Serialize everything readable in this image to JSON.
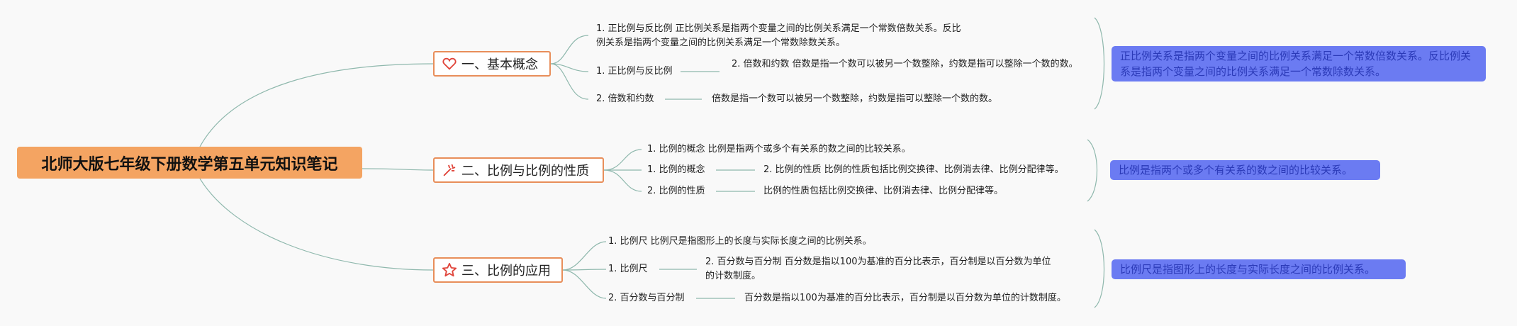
{
  "root": {
    "title": "北师大版七年级下册数学第五单元知识笔记"
  },
  "branches": [
    {
      "title": "一、基本概念",
      "icon": "heart-icon",
      "items": [
        "1. 正比例与反比例 正比例关系是指两个变量之间的比例关系满足一个常数倍数关系。反比例关系是指两个变量之间的比例关系满足一个常数除数关系。",
        "1. 正比例与反比例",
        "2. 倍数和约数 倍数是指一个数可以被另一个数整除，约数是指可以整除一个数的数。",
        "2. 倍数和约数",
        "倍数是指一个数可以被另一个数整除，约数是指可以整除一个数的数。"
      ],
      "summary": "正比例关系是指两个变量之间的比例关系满足一个常数倍数关系。反比例关系是指两个变量之间的比例关系满足一个常数除数关系。"
    },
    {
      "title": "二、比例与比例的性质",
      "icon": "sparkle-icon",
      "items": [
        "1. 比例的概念 比例是指两个或多个有关系的数之间的比较关系。",
        "1. 比例的概念",
        "2. 比例的性质 比例的性质包括比例交换律、比例消去律、比例分配律等。",
        "2. 比例的性质",
        "比例的性质包括比例交换律、比例消去律、比例分配律等。"
      ],
      "summary": "比例是指两个或多个有关系的数之间的比较关系。"
    },
    {
      "title": "三、比例的应用",
      "icon": "star-icon",
      "items": [
        "1. 比例尺 比例尺是指图形上的长度与实际长度之间的比例关系。",
        "1. 比例尺",
        "2. 百分数与百分制 百分数是指以100为基准的百分比表示，百分制是以百分数为单位的计数制度。",
        "2. 百分数与百分制",
        "百分数是指以100为基准的百分比表示，百分制是以百分数为单位的计数制度。"
      ],
      "summary": "比例尺是指图形上的长度与实际长度之间的比例关系。"
    }
  ],
  "colors": {
    "link": "#8fb8ad",
    "accent": "#f4a462",
    "border": "#e88e5a",
    "summary": "#6b7bf2",
    "icon": "#e0443a"
  }
}
